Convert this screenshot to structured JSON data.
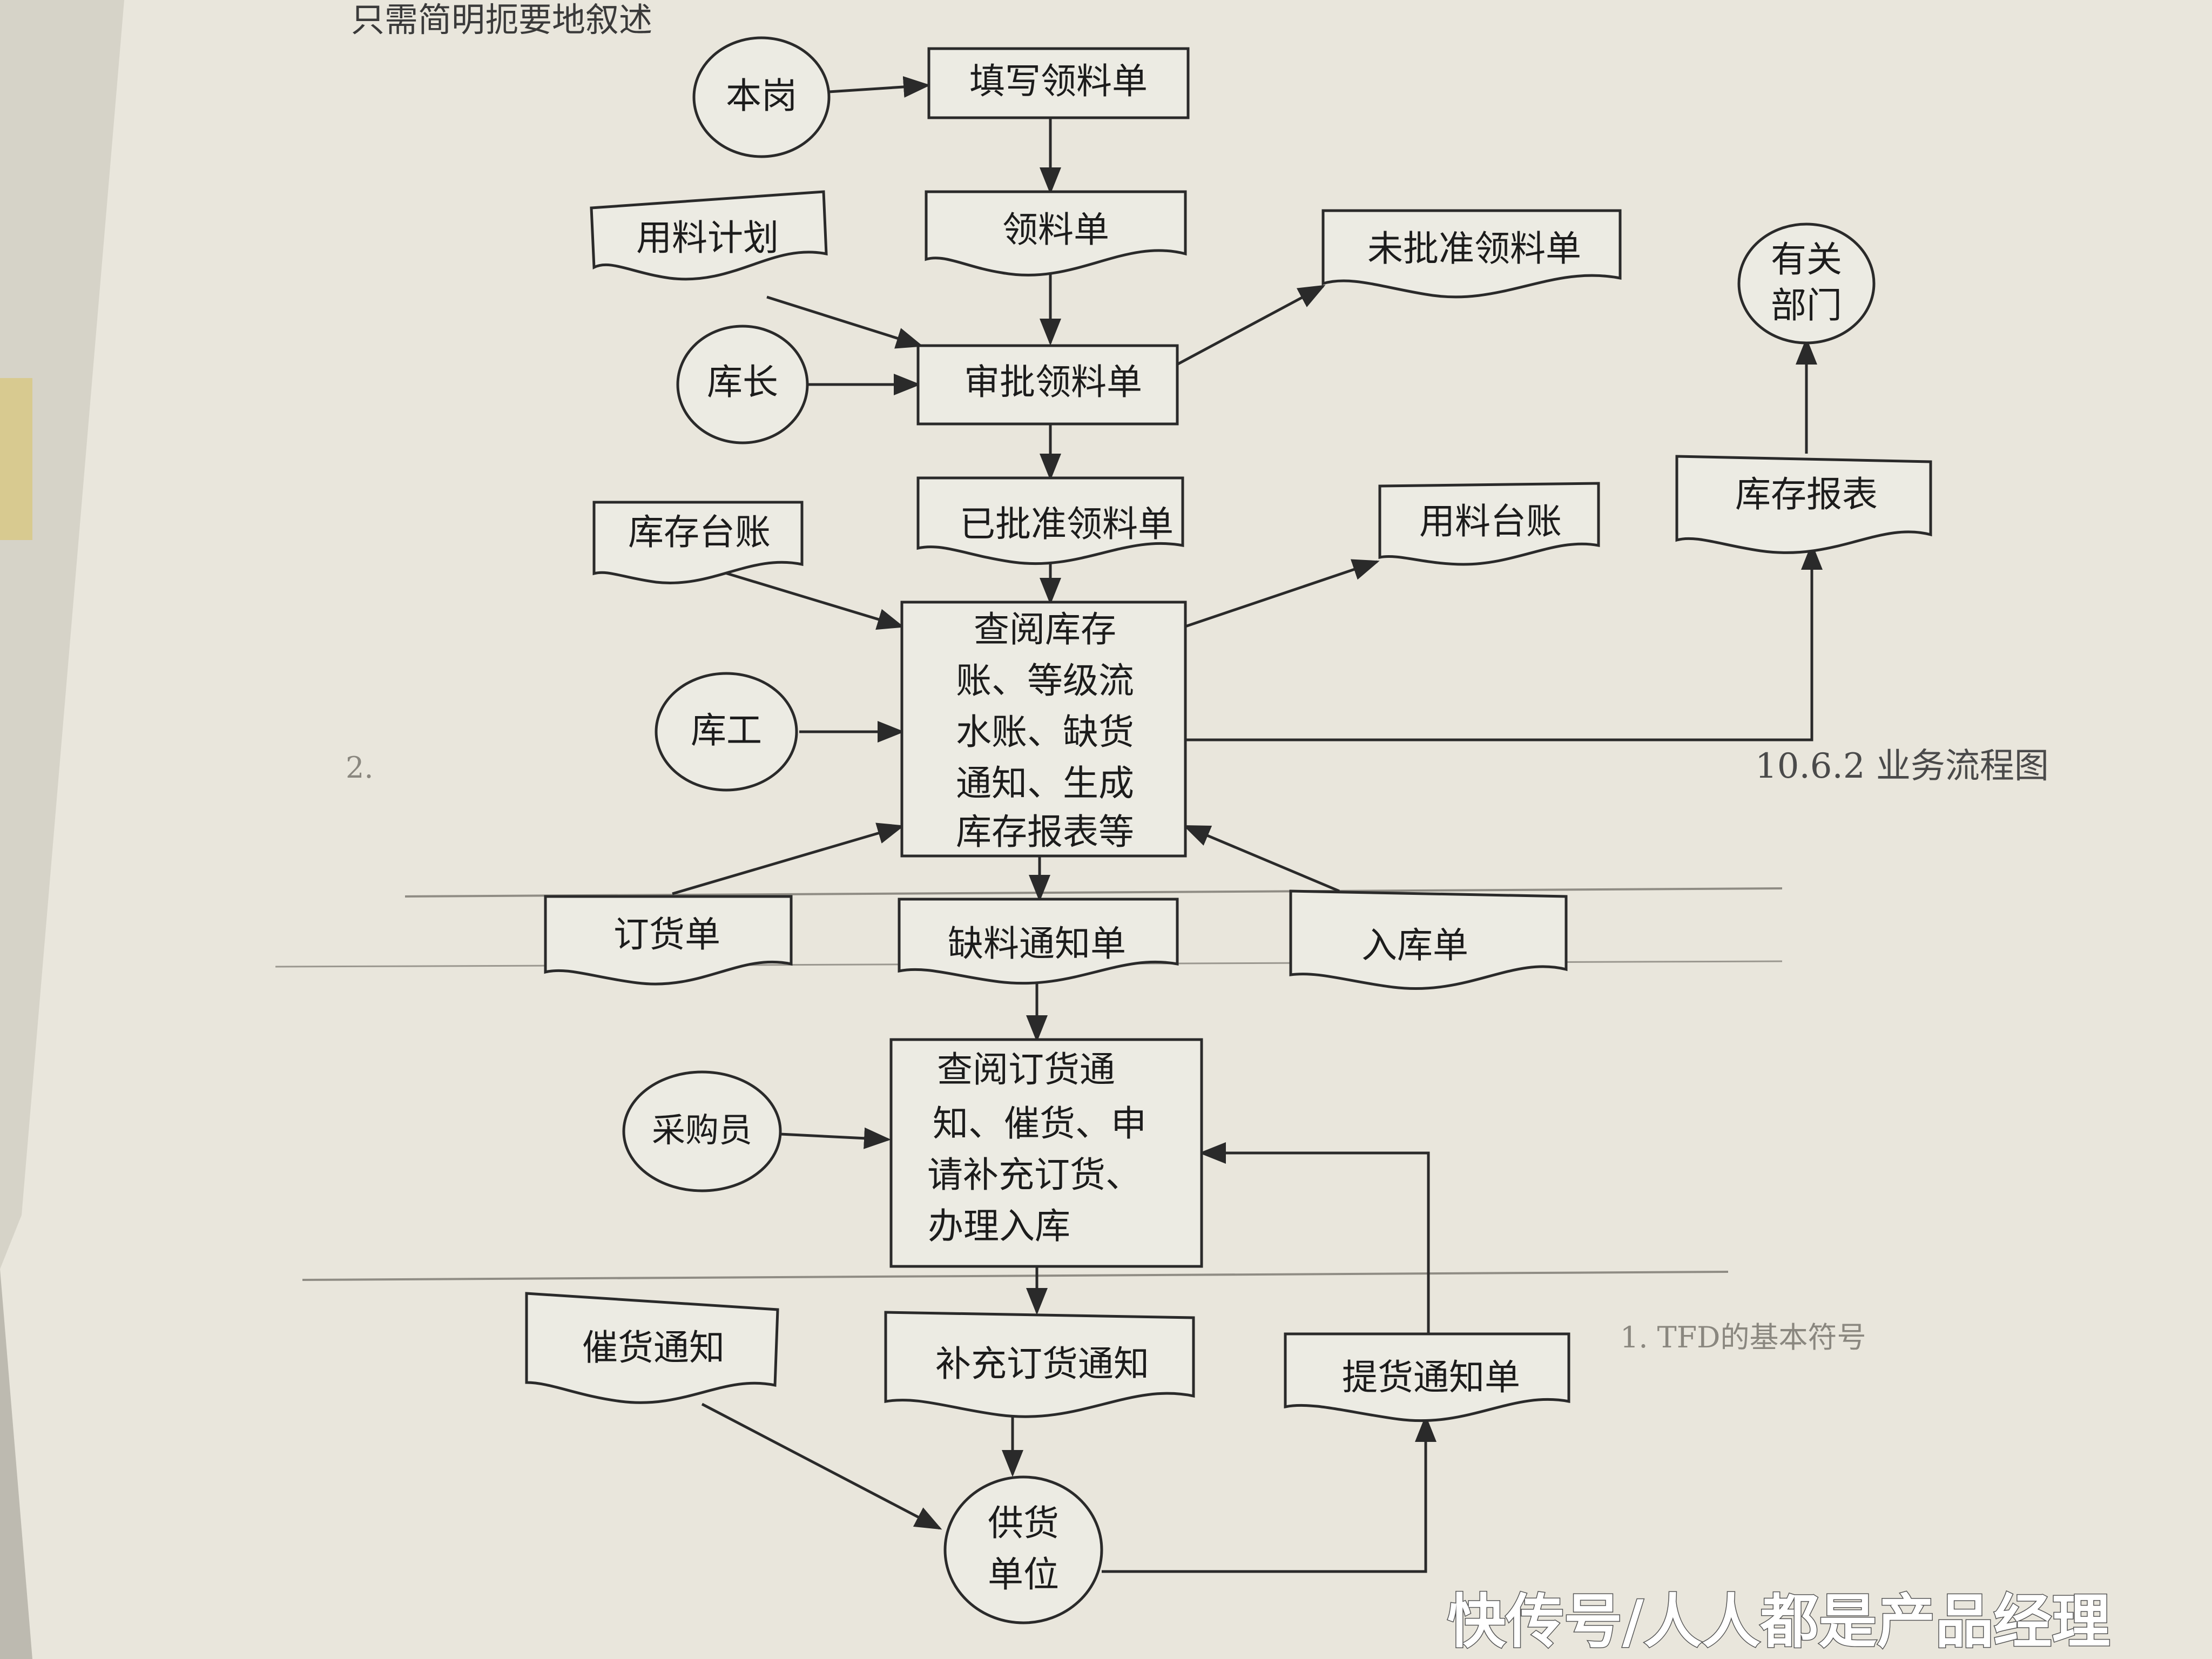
{
  "page_header": "只需简明扼要地叙述",
  "right_column": {
    "section_heading": "10.6.2 业务流程图",
    "subheading": "1. TFD的基本符号",
    "item_number": "2."
  },
  "watermark": "快传号/人人都是产品经理",
  "diagram": {
    "nodes": {
      "benggang": "本岗",
      "tianxie": "填写领料单",
      "lingliaodan": "领料单",
      "yongliaojihua": "用料计划",
      "weipizhun": "未批准领料单",
      "youguanbumen_1": "有关",
      "youguanbumen_2": "部门",
      "kuzhang": "库长",
      "shenpi": "审批领料单",
      "kucuntaizhang": "库存台账",
      "yipizhun": "已批准领料单",
      "yongliaotaizhang": "用料台账",
      "kucunbaobiao": "库存报表",
      "chayue_1": "查阅库存",
      "chayue_2": "账、等级流",
      "chayue_3": "水账、缺货",
      "chayue_4": "通知、生成",
      "chayue_5": "库存报表等",
      "kugong": "库工",
      "dinghuodan": "订货单",
      "queliao": "缺料通知单",
      "rukudan": "入库单",
      "caigouyuan": "采购员",
      "dinghuo_1": "查阅订货通",
      "dinghuo_2": "知、催货、申",
      "dinghuo_3": "请补充订货、",
      "dinghuo_4": "办理入库",
      "cuihuo": "催货通知",
      "buchong": "补充订货通知",
      "tihuo": "提货通知单",
      "gonghuo_1": "供货",
      "gonghuo_2": "单位"
    }
  }
}
